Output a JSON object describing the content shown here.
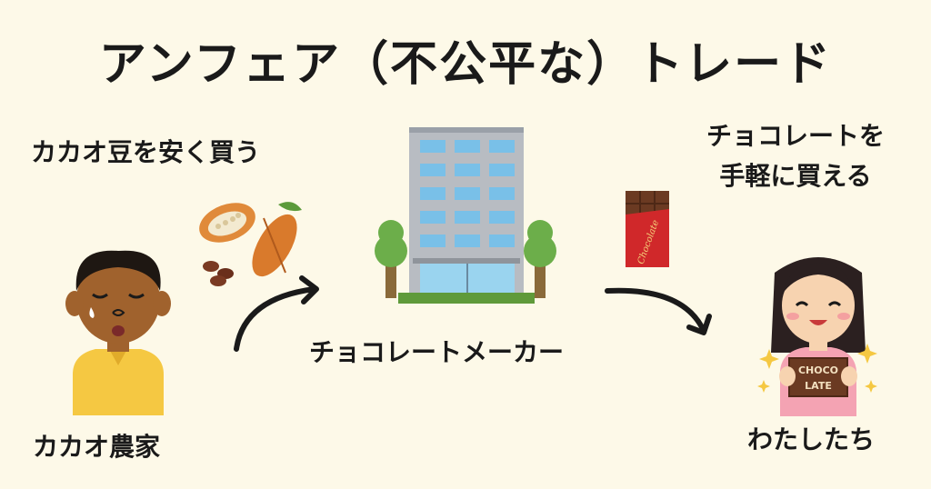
{
  "title": "アンフェア（不公平な）トレード",
  "farmer": {
    "action_label": "カカオ豆を安く買う",
    "label": "カカオ農家"
  },
  "maker": {
    "label": "チョコレートメーカー"
  },
  "consumer": {
    "action_label_line1": "チョコレートを",
    "action_label_line2": "手軽に買える",
    "label": "わたしたち",
    "bar_text_line1": "CHOCO",
    "bar_text_line2": "LATE"
  },
  "chocolate_bar": {
    "wrapper_text": "Chocolate"
  },
  "colors": {
    "background": "#fdf9e8",
    "text": "#1a1a1a",
    "farmer_shirt": "#f5c842",
    "farmer_skin": "#a0622d",
    "building": "#b8bcc2",
    "window": "#79c0e8",
    "tree": "#6cae4a",
    "chocolate_wrapper": "#d0282a",
    "chocolate": "#6b3a22",
    "consumer_shirt": "#f4a3b3",
    "consumer_hair": "#2b2020"
  }
}
